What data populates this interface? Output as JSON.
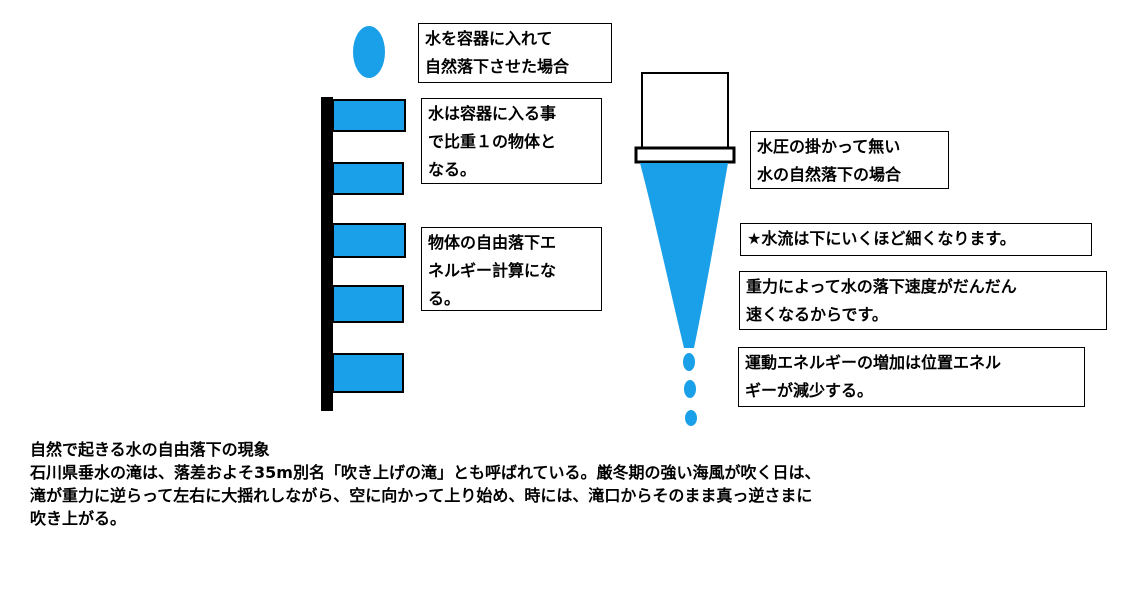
{
  "colors": {
    "water": "#1aa0e8",
    "wall": "#000000",
    "box_border": "#000000"
  },
  "left": {
    "label_drop": [
      "水を容器に入れて",
      "自然落下させた場合"
    ],
    "label_density": [
      "水は容器に入る事",
      "で比重１の物体と",
      "なる。"
    ],
    "label_energy": [
      "物体の自由落下エ",
      "ネルギー計算にな",
      "る。"
    ]
  },
  "right": {
    "label_free": [
      "水圧の掛かって無い",
      "水の自然落下の場合"
    ],
    "note_narrow": "★水流は下にいくほど細くなります。",
    "note_speed": [
      "重力によって水の落下速度がだんだん",
      "速くなるからです。"
    ],
    "note_energy": [
      "運動エネルギーの増加は位置エネル",
      "ギーが減少する。"
    ]
  },
  "caption": {
    "title": "自然で起きる水の自由落下の現象",
    "lines": [
      "石川県垂水の滝は、落差およそ35m別名「吹き上げの滝」とも呼ばれている。厳冬期の強い海風が吹く日は、",
      "滝が重力に逆らって左右に大揺れしながら、空に向かって上り始め、時には、滝口からそのまま真っ逆さまに",
      "吹き上がる。"
    ]
  }
}
